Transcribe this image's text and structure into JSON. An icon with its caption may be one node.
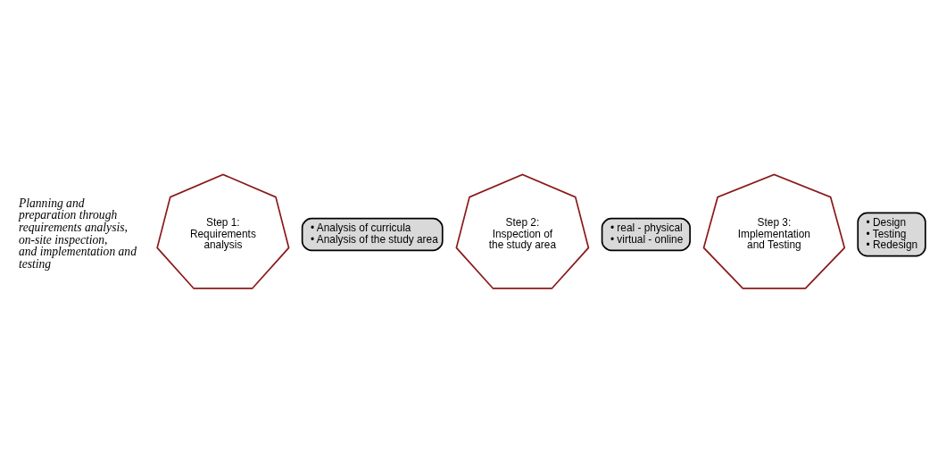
{
  "diagram": {
    "nodes": [
      {
        "text": [
          "Step 1: Requirements analysis"
        ]
      },
      {
        "text": [
          "• Analysis of curricula",
          "• Analysis of the study area"
        ]
      },
      {
        "text": [
          "Step 2: Inspection of the study area"
        ]
      },
      {
        "text": [
          "• real - physical",
          "• virtual - online"
        ]
      },
      {
        "text": [
          "Step 3: Implementation and Testing"
        ]
      },
      {
        "text": [
          "• Design",
          "• Testing",
          "• Redesign"
        ]
      }
    ],
    "labels": [
      "Planning and preparation through requirements analysis, on-site inspection, and implementation and testing"
    ]
  }
}
